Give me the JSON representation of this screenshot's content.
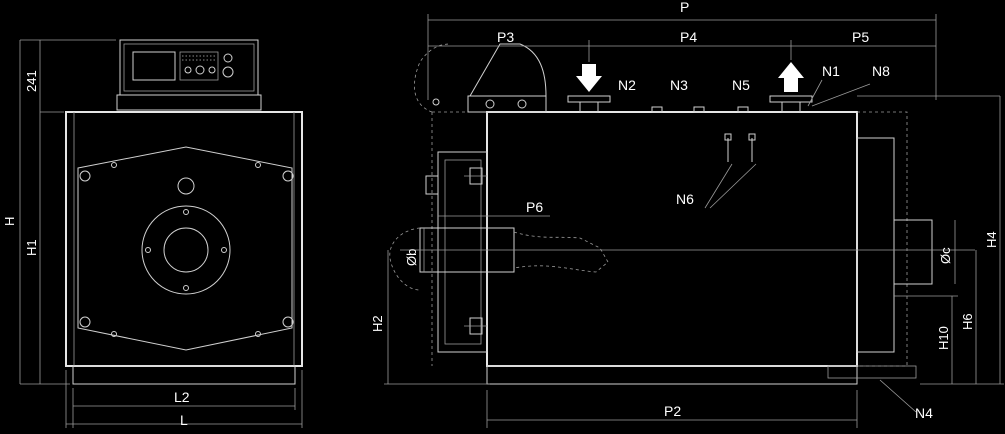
{
  "labels": {
    "P": "P",
    "P2": "P2",
    "P3": "P3",
    "P4": "P4",
    "P5": "P5",
    "P6": "P6",
    "N1": "N1",
    "N2": "N2",
    "N3": "N3",
    "N4": "N4",
    "N5": "N5",
    "N6": "N6",
    "N8": "N8",
    "H": "H",
    "H1": "H1",
    "H2": "H2",
    "H4": "H4",
    "H6": "H6",
    "H10": "H10",
    "d241": "241",
    "L": "L",
    "L2": "L2",
    "Ob": "Øb",
    "Oc": "Øc"
  },
  "colors": {
    "background": "#000000",
    "line": "#d0d0d0",
    "text": "#ffffff"
  }
}
